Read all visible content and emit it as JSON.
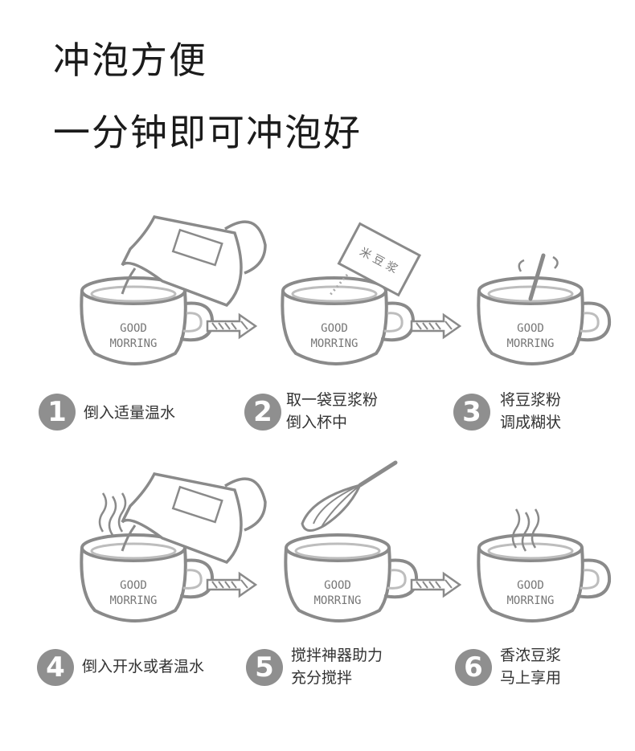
{
  "heading": {
    "line1": "冲泡方便",
    "line2": "一分钟即可冲泡好"
  },
  "mug_text": {
    "line1": "GOOD",
    "line2": "MORRING"
  },
  "sachet_text": "米 豆 浆",
  "steps": [
    {
      "num": "1",
      "lines": [
        "倒入适量温水"
      ]
    },
    {
      "num": "2",
      "lines": [
        "取一袋豆浆粉",
        "倒入杯中"
      ]
    },
    {
      "num": "3",
      "lines": [
        "将豆浆粉",
        "调成糊状"
      ]
    },
    {
      "num": "4",
      "lines": [
        "倒入开水或者温水"
      ]
    },
    {
      "num": "5",
      "lines": [
        "搅拌神器助力",
        "充分搅拌"
      ]
    },
    {
      "num": "6",
      "lines": [
        "香浓豆浆",
        "马上享用"
      ]
    }
  ],
  "icons": [
    "mug-icon",
    "kettle-icon",
    "sachet-icon",
    "spoon-icon",
    "whisk-icon",
    "steam-icon",
    "arrow-icon"
  ],
  "colors": {
    "line": "#8a8a8a",
    "badge": "#8f8f8f",
    "text": "#333333"
  }
}
